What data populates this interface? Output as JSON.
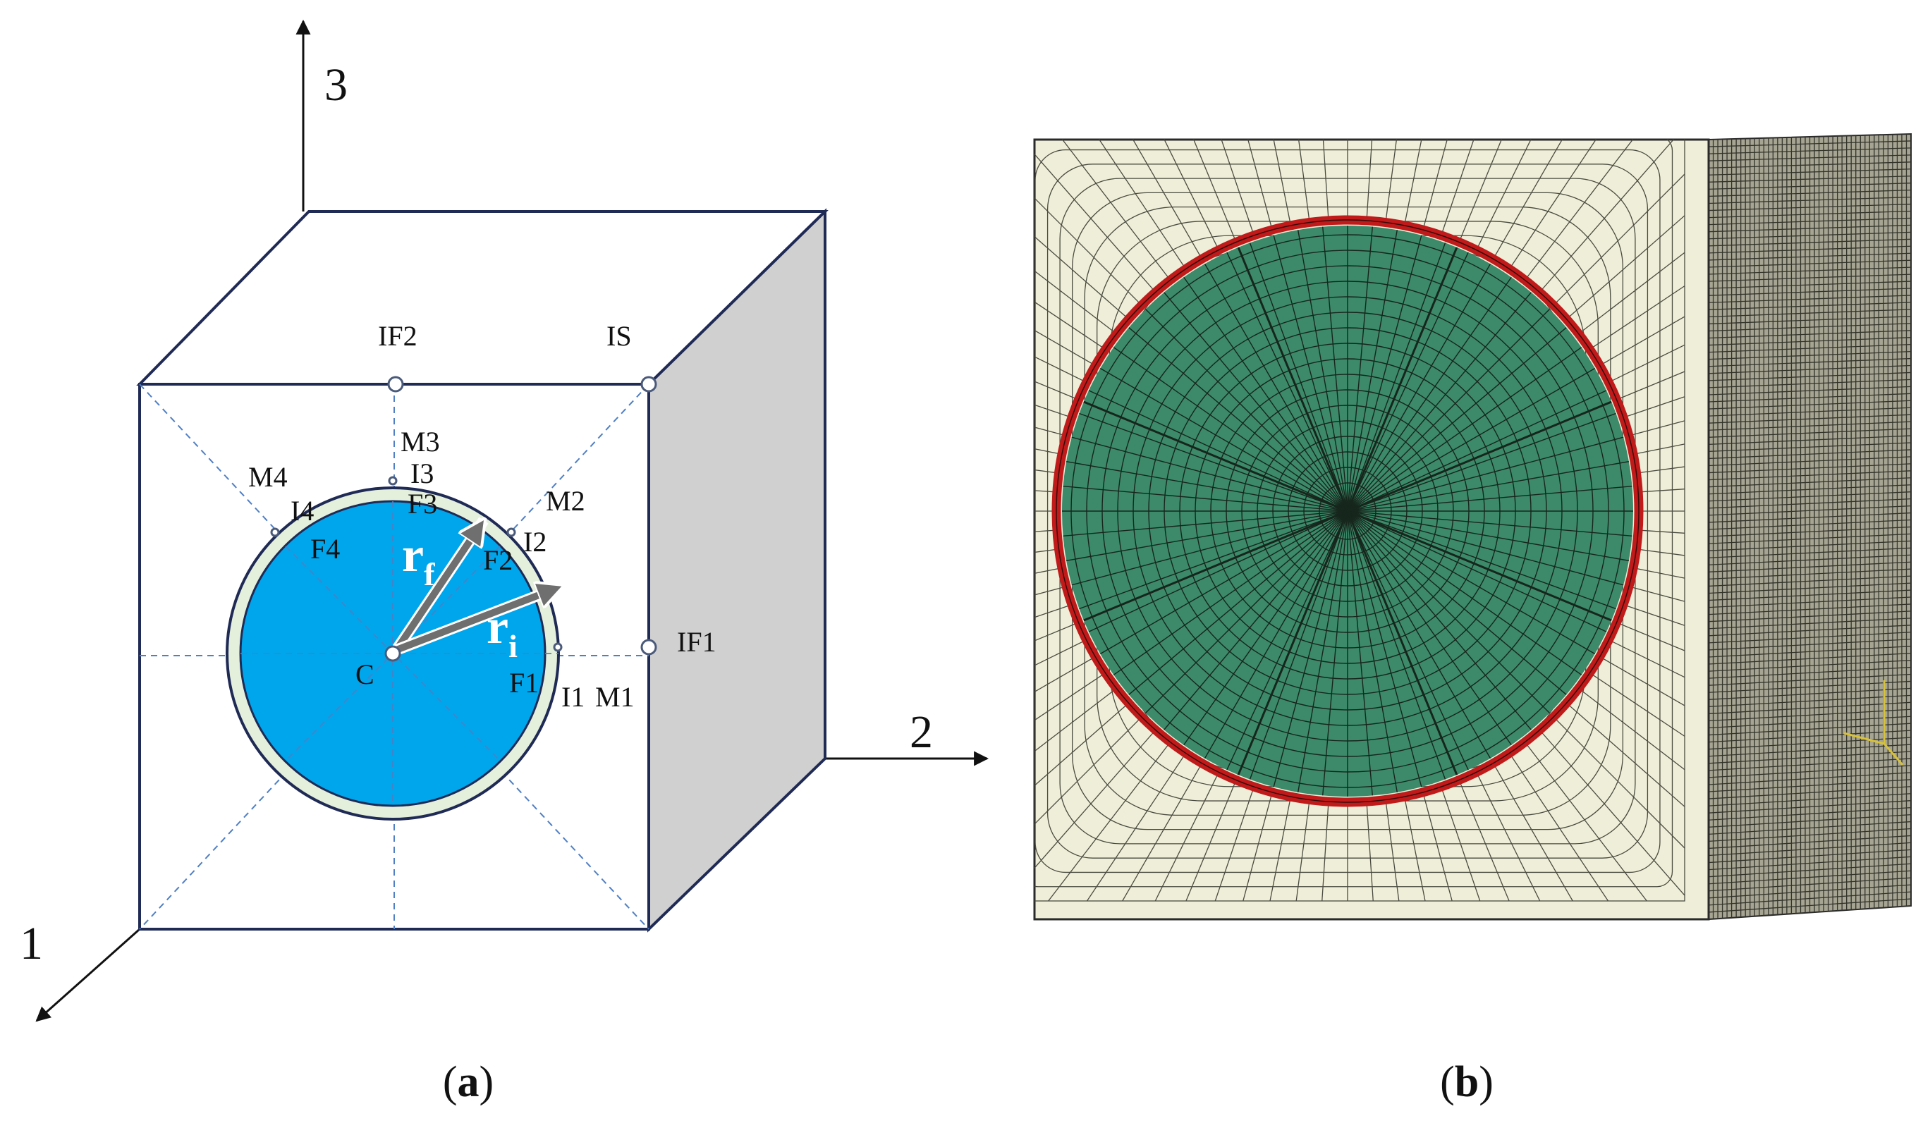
{
  "panel_a": {
    "axes": {
      "axis_1": "1",
      "axis_2": "2",
      "axis_3": "3"
    },
    "points": {
      "IF2": "IF2",
      "IS": "IS",
      "IF1": "IF1",
      "C": "C",
      "M1": "M1",
      "M2": "M2",
      "M3": "M3",
      "M4": "M4",
      "I1": "I1",
      "I2": "I2",
      "I3": "I3",
      "I4": "I4",
      "F1": "F1",
      "F2": "F2",
      "F3": "F3",
      "F4": "F4"
    },
    "radius_fiber": {
      "base": "r",
      "sub": "f"
    },
    "radius_interphase": {
      "base": "r",
      "sub": "i"
    },
    "caption": {
      "open": "(",
      "letter": "a",
      "close": ")"
    }
  },
  "panel_b": {
    "caption": {
      "open": "(",
      "letter": "b",
      "close": ")"
    }
  },
  "colors": {
    "fiber": "#00a6ec",
    "interphase": "#e4f0dc",
    "cube_edge": "#1f2a55",
    "side_face": "#d0d0d0",
    "guide_dash": "#4f7fc4",
    "mesh_matrix": "#efeed8",
    "mesh_side": "#a6a492",
    "mesh_fiber": "#3c8a6a",
    "mesh_ring": "#c01a1a"
  }
}
